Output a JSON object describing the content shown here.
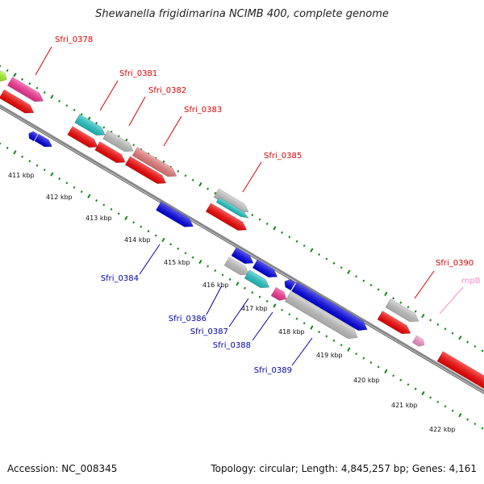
{
  "title": "Shewanella frigidimarina NCIMB 400, complete genome",
  "footer": {
    "accession": "Accession: NC_008345",
    "topology": "Topology: circular; Length: 4,845,257 bp; Genes: 4,161"
  },
  "colors": {
    "red": "#ff0000",
    "blue": "#0000ee",
    "grey": "#c8c8c8",
    "cyan": "#22cccc",
    "magenta": "#ff3399",
    "salmon": "#f08080",
    "lime": "#aaff22",
    "pink": "#ff99cc",
    "tick_green": "#118811",
    "label_red": "#dd0000",
    "label_blue": "#0000aa",
    "label_pink": "#ff88cc"
  },
  "kbp_markers": [
    "411 kbp",
    "412 kbp",
    "413 kbp",
    "414 kbp",
    "415 kbp",
    "416 kbp",
    "417 kbp",
    "418 kbp",
    "419 kbp",
    "420 kbp",
    "421 kbp",
    "422 kbp"
  ],
  "gene_labels": [
    "Sfri_0378",
    "Sfri_0381",
    "Sfri_0382",
    "Sfri_0383",
    "Sfri_0385",
    "Sfri_0390",
    "rnpB",
    "Sfri_0384",
    "Sfri_0386",
    "Sfri_0387",
    "Sfri_0388",
    "Sfri_0389"
  ]
}
